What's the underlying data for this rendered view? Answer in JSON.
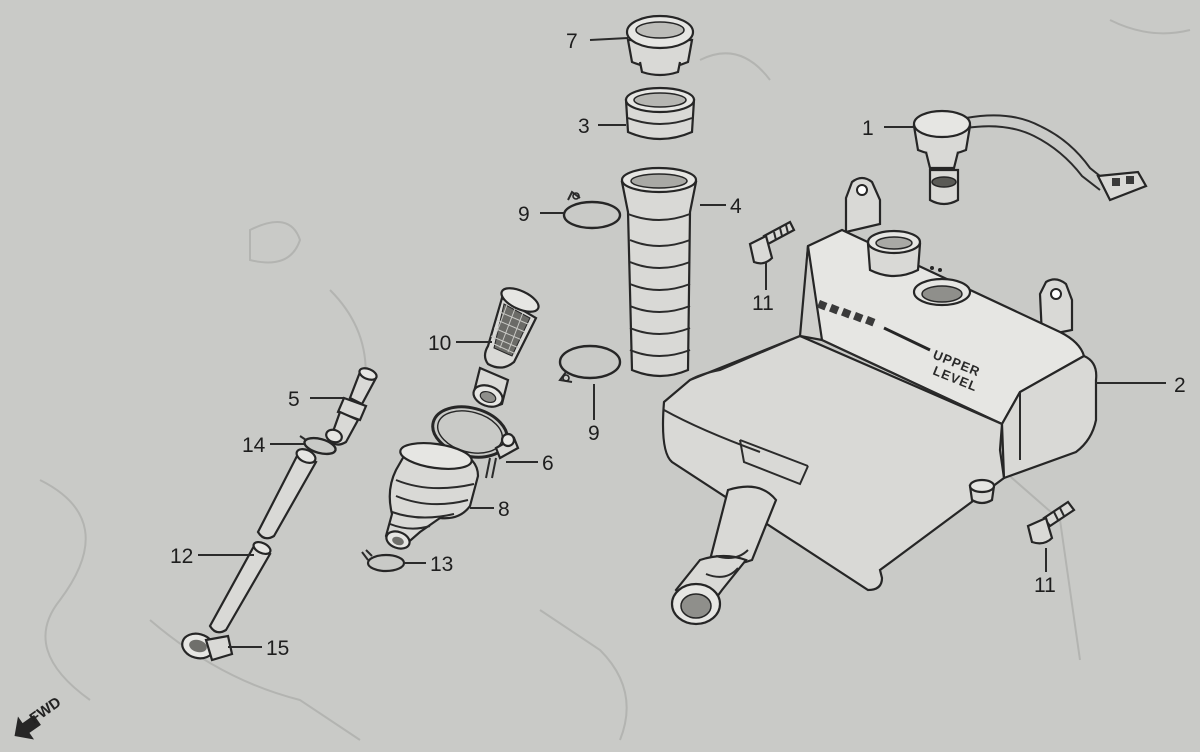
{
  "callouts": {
    "c1": "1",
    "c2": "2",
    "c3": "3",
    "c4": "4",
    "c5": "5",
    "c6": "6",
    "c7": "7",
    "c8": "8",
    "c9a": "9",
    "c9b": "9",
    "c10": "10",
    "c11a": "11",
    "c11b": "11",
    "c12": "12",
    "c13": "13",
    "c14": "14",
    "c15": "15"
  },
  "tank_labels": {
    "upper": "UPPER",
    "level": "LEVEL"
  },
  "direction": {
    "label": "FWD"
  },
  "colors": {
    "paper": "#c9cac7",
    "ink": "#262626"
  }
}
